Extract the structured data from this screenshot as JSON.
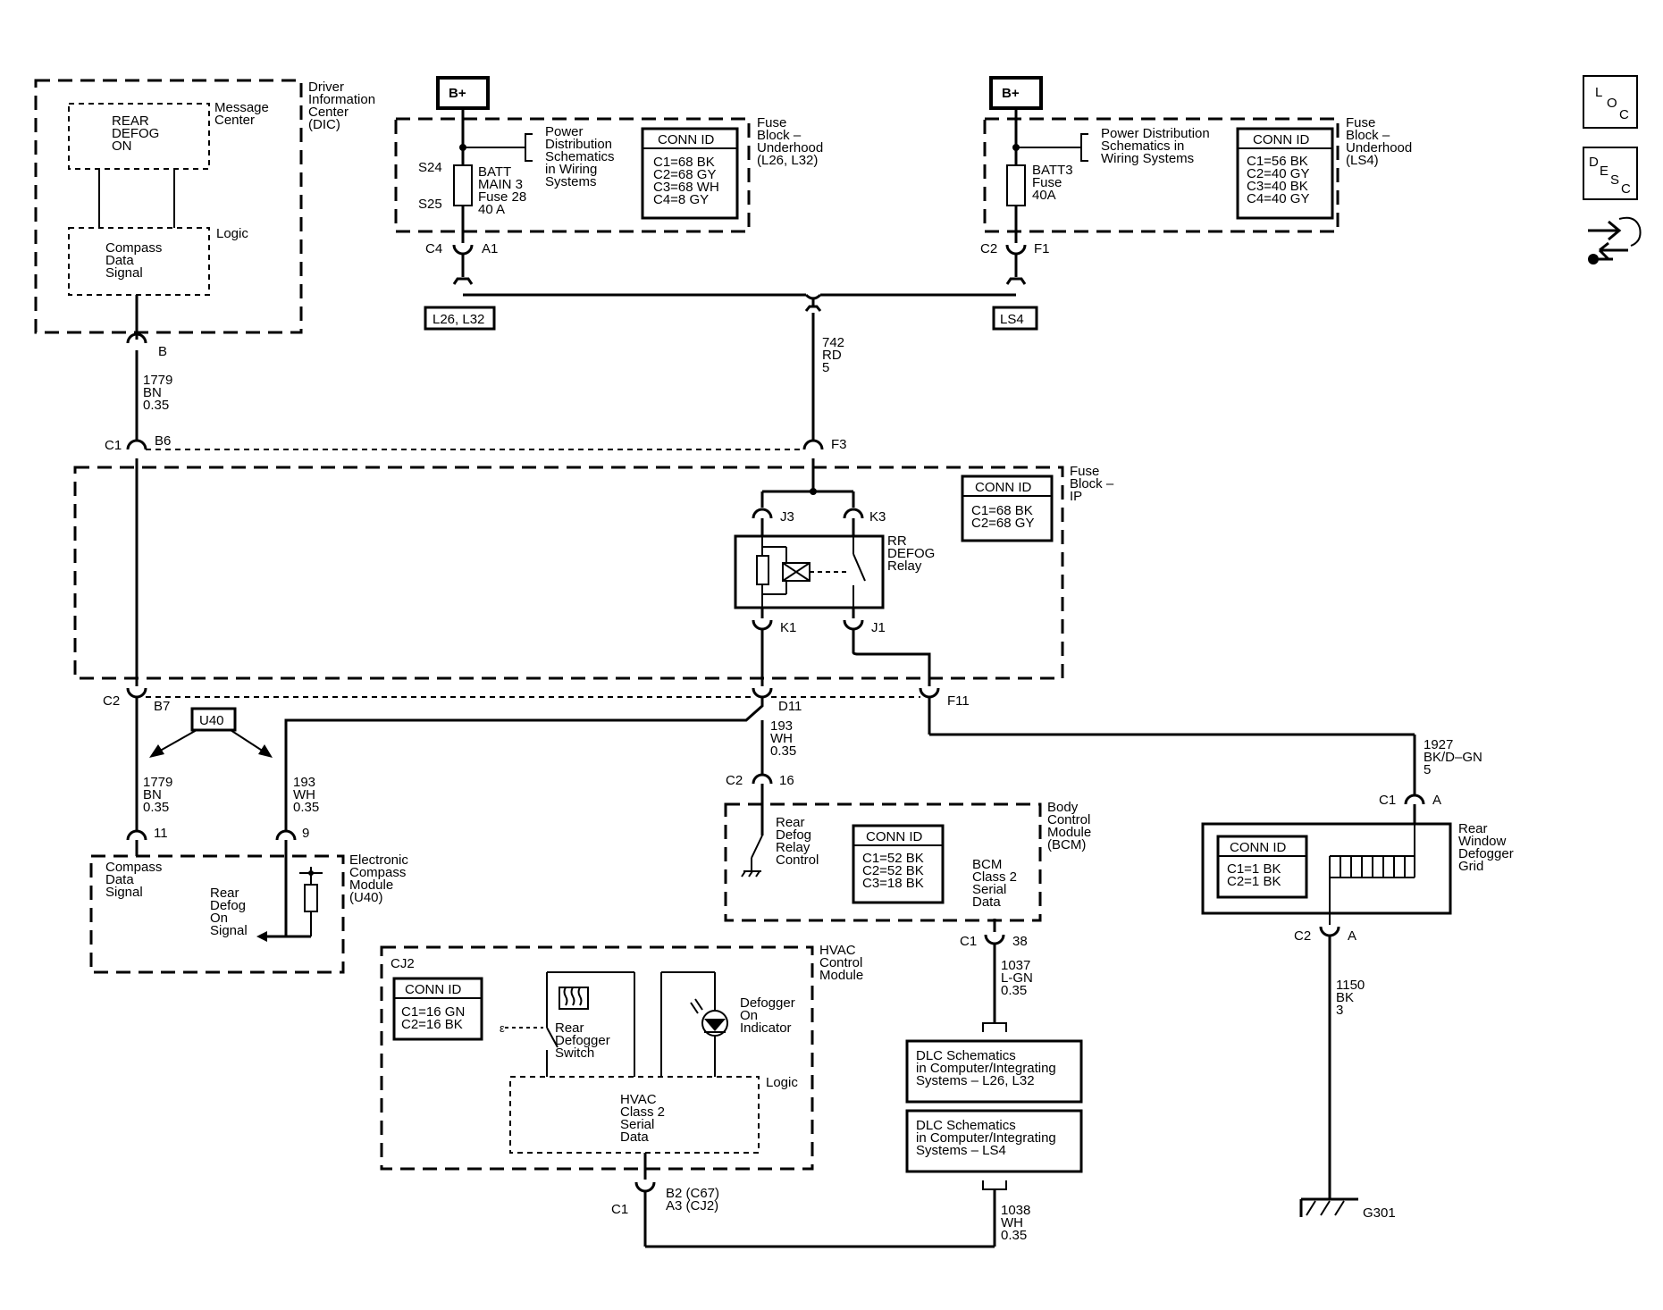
{
  "dic": {
    "title": [
      "Driver",
      "Information",
      "Center",
      "(DIC)"
    ],
    "message_center": [
      "Message",
      "Center"
    ],
    "rear_defog_on": [
      "REAR",
      "DEFOG",
      "ON"
    ],
    "logic": "Logic",
    "compass_data_signal": [
      "Compass",
      "Data",
      "Signal"
    ],
    "pin": "B",
    "wire": [
      "1779",
      "BN",
      "0.35"
    ]
  },
  "fuse_underhood_l26": {
    "bplus": "B+",
    "title": [
      "Fuse",
      "Block –",
      "Underhood",
      "(L26, L32)"
    ],
    "pds": [
      "Power",
      "Distribution",
      "Schematics",
      "in Wiring",
      "Systems"
    ],
    "s24": "S24",
    "s25": "S25",
    "fuse": [
      "BATT",
      "MAIN 3",
      "Fuse 28",
      "40 A"
    ],
    "conn_title": "CONN ID",
    "conn": [
      "C1=68 BK",
      "C2=68 GY",
      "C3=68 WH",
      "C4=8 GY"
    ],
    "c4": "C4",
    "a1": "A1",
    "option": "L26, L32"
  },
  "fuse_underhood_ls4": {
    "bplus": "B+",
    "title": [
      "Fuse",
      "Block –",
      "Underhood",
      "(LS4)"
    ],
    "pds": [
      "Power Distribution",
      "Schematics in",
      "Wiring Systems"
    ],
    "fuse": [
      "BATT3",
      "Fuse",
      "40A"
    ],
    "conn_title": "CONN ID",
    "conn": [
      "C1=56 BK",
      "C2=40 GY",
      "C3=40 BK",
      "C4=40 GY"
    ],
    "c2": "C2",
    "f1": "F1",
    "option": "LS4"
  },
  "feed_wire": [
    "742",
    "RD",
    "5"
  ],
  "fuse_ip": {
    "title": [
      "Fuse",
      "Block –",
      "IP"
    ],
    "conn_title": "CONN ID",
    "conn": [
      "C1=68 BK",
      "C2=68 GY"
    ],
    "c1": "C1",
    "b6": "B6",
    "f3": "F3",
    "j3": "J3",
    "k3": "K3",
    "relay": [
      "RR",
      "DEFOG",
      "Relay"
    ],
    "k1": "K1",
    "j1": "J1",
    "c2": "C2",
    "b7": "B7",
    "d11": "D11",
    "f11": "F11"
  },
  "u40_tag": "U40",
  "compass_wires": {
    "bn": [
      "1779",
      "BN",
      "0.35"
    ],
    "wh": [
      "193",
      "WH",
      "0.35"
    ],
    "pin11": "11",
    "pin9": "9"
  },
  "ecm": {
    "title": [
      "Electronic",
      "Compass",
      "Module",
      "(U40)"
    ],
    "data": [
      "Compass",
      "Data",
      "Signal"
    ],
    "rear": [
      "Rear",
      "Defog",
      "On",
      "Signal"
    ]
  },
  "bcm": {
    "wire_in": [
      "193",
      "WH",
      "0.35"
    ],
    "c2": "C2",
    "pin16": "16",
    "title": [
      "Body",
      "Control",
      "Module",
      "(BCM)"
    ],
    "relay_ctrl": [
      "Rear",
      "Defog",
      "Relay",
      "Control"
    ],
    "conn_title": "CONN ID",
    "conn": [
      "C1=52 BK",
      "C2=52 BK",
      "C3=18 BK"
    ],
    "serial": [
      "BCM",
      "Class 2",
      "Serial",
      "Data"
    ],
    "c1": "C1",
    "pin38": "38",
    "wire_out": [
      "1037",
      "L-GN",
      "0.35"
    ]
  },
  "dlc": {
    "a": [
      "DLC Schematics",
      "in Computer/Integrating",
      "Systems – L26, L32"
    ],
    "b": [
      "DLC Schematics",
      "in Computer/Integrating",
      "Systems – LS4"
    ],
    "wire": [
      "1038",
      "WH",
      "0.35"
    ]
  },
  "hvac": {
    "title": [
      "HVAC",
      "Control",
      "Module"
    ],
    "cj2": "CJ2",
    "conn_title": "CONN ID",
    "conn": [
      "C1=16 GN",
      "C2=16 BK"
    ],
    "switch": [
      "Rear",
      "Defogger",
      "Switch"
    ],
    "indicator": [
      "Defogger",
      "On",
      "Indicator"
    ],
    "logic": "Logic",
    "serial": [
      "HVAC",
      "Class 2",
      "Serial",
      "Data"
    ],
    "c1": "C1",
    "pins": [
      "B2 (C67)",
      "A3 (CJ2)"
    ]
  },
  "grid": {
    "wire_in": [
      "1927",
      "BK/D–GN",
      "5"
    ],
    "c1": "C1",
    "pin_a1": "A",
    "title": [
      "Rear",
      "Window",
      "Defogger",
      "Grid"
    ],
    "conn_title": "CONN ID",
    "conn": [
      "C1=1 BK",
      "C2=1 BK"
    ],
    "c2": "C2",
    "pin_a2": "A",
    "wire_out": [
      "1150",
      "BK",
      "3"
    ],
    "ground": "G301"
  },
  "side_icons": {
    "loc": [
      "L",
      "O",
      "C"
    ],
    "desc": [
      "D",
      "E",
      "S",
      "C"
    ],
    "icons": [
      "loc-icon",
      "desc-icon",
      "connector-icon"
    ]
  }
}
